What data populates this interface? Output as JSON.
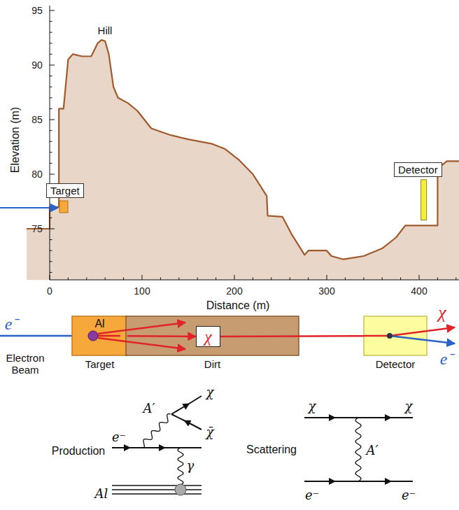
{
  "diagram": {
    "nodes": [
      {
        "text": [
          "Target"
        ]
      },
      {
        "text": [
          "Detector"
        ]
      },
      {
        "text": [
          "Al",
          "Target"
        ]
      },
      {
        "text": [
          "Dirt"
        ]
      },
      {
        "text": [
          "χ"
        ],
        "in": 3
      },
      {
        "text": [
          "Detector"
        ]
      }
    ],
    "edges": [
      {
        "from": 2,
        "to": 4,
        "arrow": "to"
      },
      {
        "from": 4,
        "to": 5,
        "arrow": "none"
      }
    ],
    "labels": [
      "95",
      "90",
      "85",
      "80",
      "75",
      "0",
      "100",
      "200",
      "300",
      "400",
      "Elevation (m)",
      "Distance (m)",
      "Hill",
      "e⁻",
      "Electron Beam",
      "χ",
      "e⁻",
      "Production",
      "A′",
      "χ",
      "χ̄",
      "e⁻",
      "γ",
      "Al",
      "Scattering",
      "χ",
      "χ",
      "e⁻",
      "e⁻",
      "A′"
    ]
  }
}
